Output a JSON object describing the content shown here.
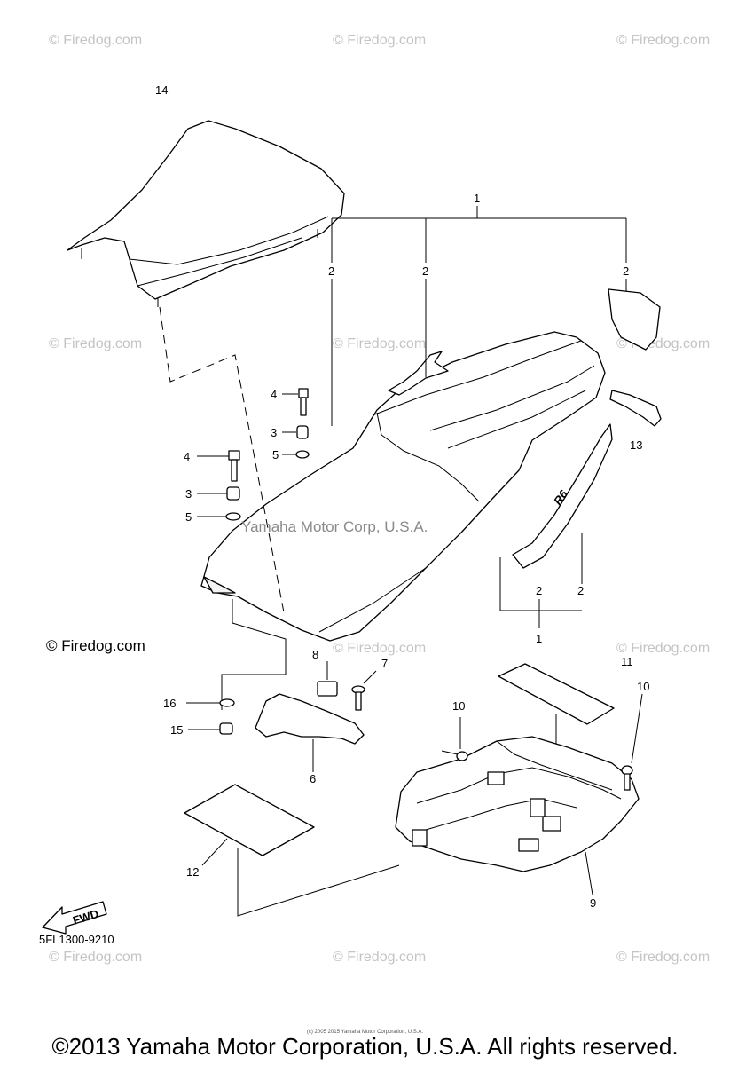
{
  "watermark": "© Firedog.com",
  "center_watermark": "Yamaha Motor Corp, U.S.A.",
  "callouts": {
    "c1_top": "1",
    "c1_bottom": "1",
    "c2_a": "2",
    "c2_b": "2",
    "c2_c": "2",
    "c2_d": "2",
    "c2_e": "2",
    "c3_a": "3",
    "c3_b": "3",
    "c4_a": "4",
    "c4_b": "4",
    "c5_a": "5",
    "c5_b": "5",
    "c6": "6",
    "c7": "7",
    "c8": "8",
    "c9": "9",
    "c10_a": "10",
    "c10_b": "10",
    "c11": "11",
    "c12": "12",
    "c13": "13",
    "c14": "14",
    "c15": "15",
    "c16": "16"
  },
  "fwd_label": "FWD",
  "diagram_code": "5FL1300-9210",
  "fine_print": "(c) 2005 2015 Yamaha Motor Corporation, U.S.A.",
  "footer": "©2013 Yamaha Motor Corporation, U.S.A. All rights reserved."
}
